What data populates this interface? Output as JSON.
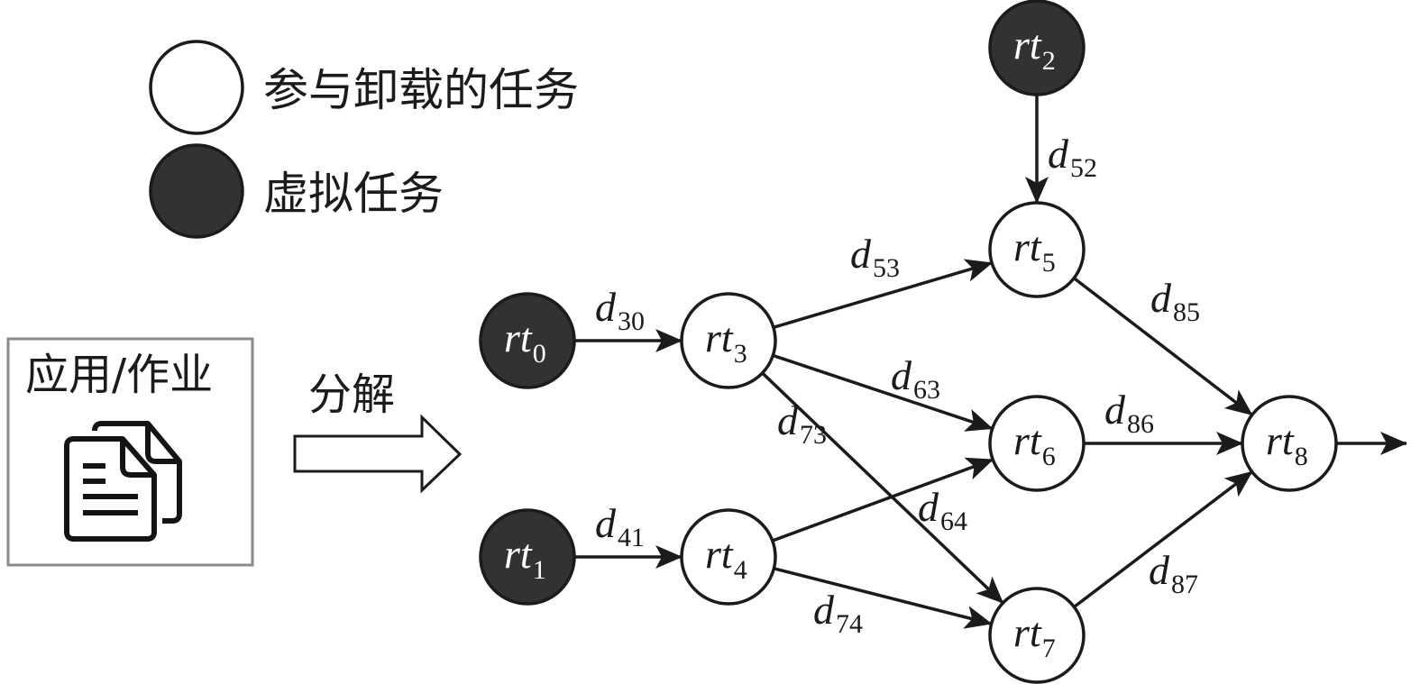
{
  "legend": {
    "items": [
      {
        "type": "offload-task",
        "label": "参与卸载的任务",
        "fill": "#ffffff"
      },
      {
        "type": "virtual-task",
        "label": "虚拟任务",
        "fill": "#333133"
      }
    ]
  },
  "app_box": {
    "title": "应用/作业",
    "icon": "documents-icon"
  },
  "decompose": {
    "label": "分解",
    "icon": "hollow-right-arrow-icon"
  },
  "colors": {
    "stroke": "#1c1a1b",
    "virtual_fill": "#333133",
    "task_fill": "#ffffff",
    "box_border": "#8a8a8a"
  },
  "nodes": [
    {
      "id": "rt0",
      "base": "rt",
      "sub": "0",
      "virtual": true
    },
    {
      "id": "rt1",
      "base": "rt",
      "sub": "1",
      "virtual": true
    },
    {
      "id": "rt2",
      "base": "rt",
      "sub": "2",
      "virtual": true
    },
    {
      "id": "rt3",
      "base": "rt",
      "sub": "3",
      "virtual": false
    },
    {
      "id": "rt4",
      "base": "rt",
      "sub": "4",
      "virtual": false
    },
    {
      "id": "rt5",
      "base": "rt",
      "sub": "5",
      "virtual": false
    },
    {
      "id": "rt6",
      "base": "rt",
      "sub": "6",
      "virtual": false
    },
    {
      "id": "rt7",
      "base": "rt",
      "sub": "7",
      "virtual": false
    },
    {
      "id": "rt8",
      "base": "rt",
      "sub": "8",
      "virtual": false
    }
  ],
  "edges": [
    {
      "from": "rt0",
      "to": "rt3",
      "base": "d",
      "sub": "30"
    },
    {
      "from": "rt1",
      "to": "rt4",
      "base": "d",
      "sub": "41"
    },
    {
      "from": "rt2",
      "to": "rt5",
      "base": "d",
      "sub": "52"
    },
    {
      "from": "rt3",
      "to": "rt5",
      "base": "d",
      "sub": "53"
    },
    {
      "from": "rt3",
      "to": "rt6",
      "base": "d",
      "sub": "63"
    },
    {
      "from": "rt3",
      "to": "rt7",
      "base": "d",
      "sub": "73"
    },
    {
      "from": "rt4",
      "to": "rt6",
      "base": "d",
      "sub": "64"
    },
    {
      "from": "rt4",
      "to": "rt7",
      "base": "d",
      "sub": "74"
    },
    {
      "from": "rt5",
      "to": "rt8",
      "base": "d",
      "sub": "85"
    },
    {
      "from": "rt6",
      "to": "rt8",
      "base": "d",
      "sub": "86"
    },
    {
      "from": "rt7",
      "to": "rt8",
      "base": "d",
      "sub": "87"
    },
    {
      "from": "rt8",
      "to": "output",
      "base": "",
      "sub": ""
    }
  ]
}
